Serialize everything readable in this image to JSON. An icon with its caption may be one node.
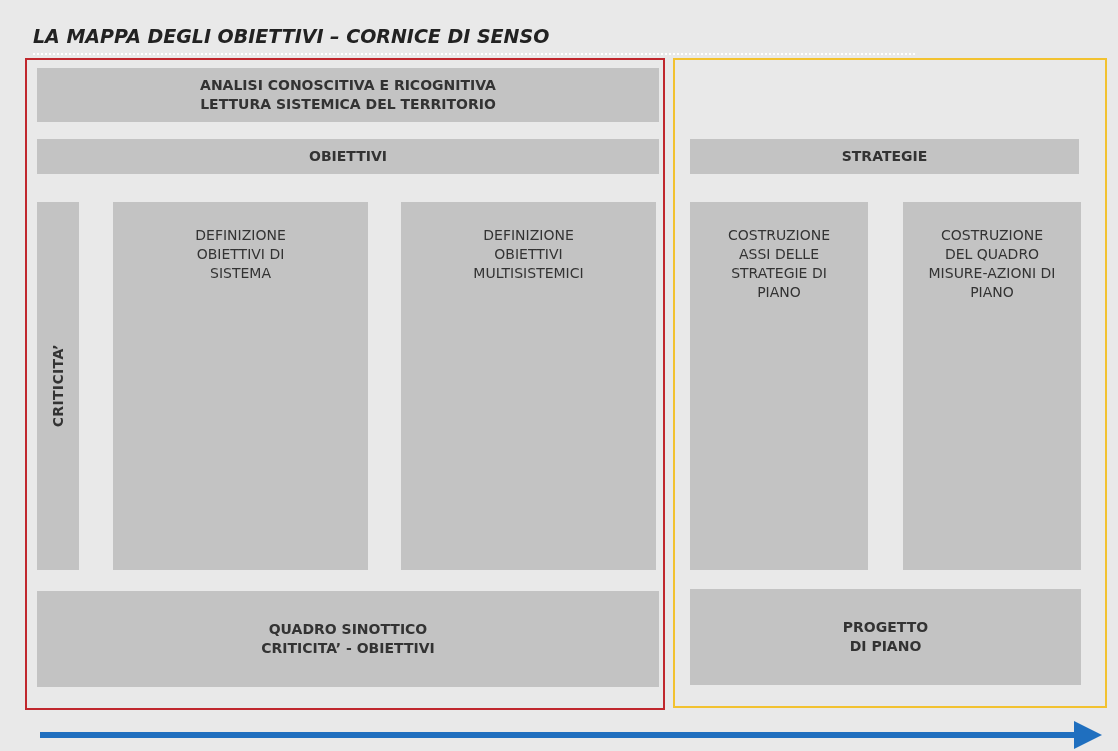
{
  "diagram": {
    "title": "LA MAPPA DEGLI OBIETTIVI – CORNICE DI SENSO",
    "nodes": [
      {
        "text": [],
        "shape": "box"
      },
      {
        "text": [
          "ANALISI CONOSCITIVA E RICOGNITIVA LETTURA SISTEMICA DEL TERRITORIO"
        ],
        "in": 0
      },
      {
        "text": [
          "OBIETTIVI"
        ],
        "in": 0
      },
      {
        "text": [
          "CRITICITA’"
        ],
        "in": 0
      },
      {
        "text": [
          "DEFINIZIONE OBIETTIVI DI SISTEMA"
        ],
        "in": 0
      },
      {
        "text": [
          "DEFINIZIONE OBIETTIVI MULTISISTEMICI"
        ],
        "in": 0
      },
      {
        "text": [
          "QUADRO SINOTTICO CRITICITA’ - OBIETTIVI"
        ],
        "in": 0
      },
      {
        "text": [],
        "shape": "box"
      },
      {
        "text": [
          "STRATEGIE"
        ],
        "in": 7
      },
      {
        "text": [
          "COSTRUZIONE ASSI DELLE STRATEGIE DI PIANO"
        ],
        "in": 7
      },
      {
        "text": [
          "COSTRUZIONE DEL QUADRO MISURE-AZIONI DI PIANO"
        ],
        "in": 7
      },
      {
        "text": [
          "PROGETTO DI PIANO"
        ],
        "in": 7
      }
    ],
    "edges": []
  }
}
